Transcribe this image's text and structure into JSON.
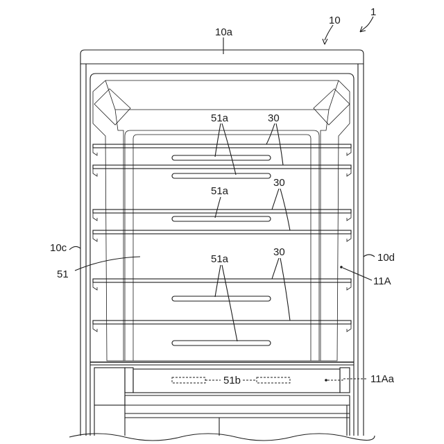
{
  "figure": {
    "labels": {
      "ref_1": "1",
      "ref_10": "10",
      "ref_10a": "10a",
      "ref_10c": "10c",
      "ref_10d": "10d",
      "ref_11A": "11A",
      "ref_11Aa": "11Aa",
      "ref_51": "51",
      "ref_51a_top": "51a",
      "ref_51a_mid": "51a",
      "ref_51a_low": "51a",
      "ref_51b": "51b",
      "ref_30_top": "30",
      "ref_30_mid": "30",
      "ref_30_low": "30"
    },
    "line_color": "#1a1a1a",
    "background_color": "#ffffff"
  }
}
